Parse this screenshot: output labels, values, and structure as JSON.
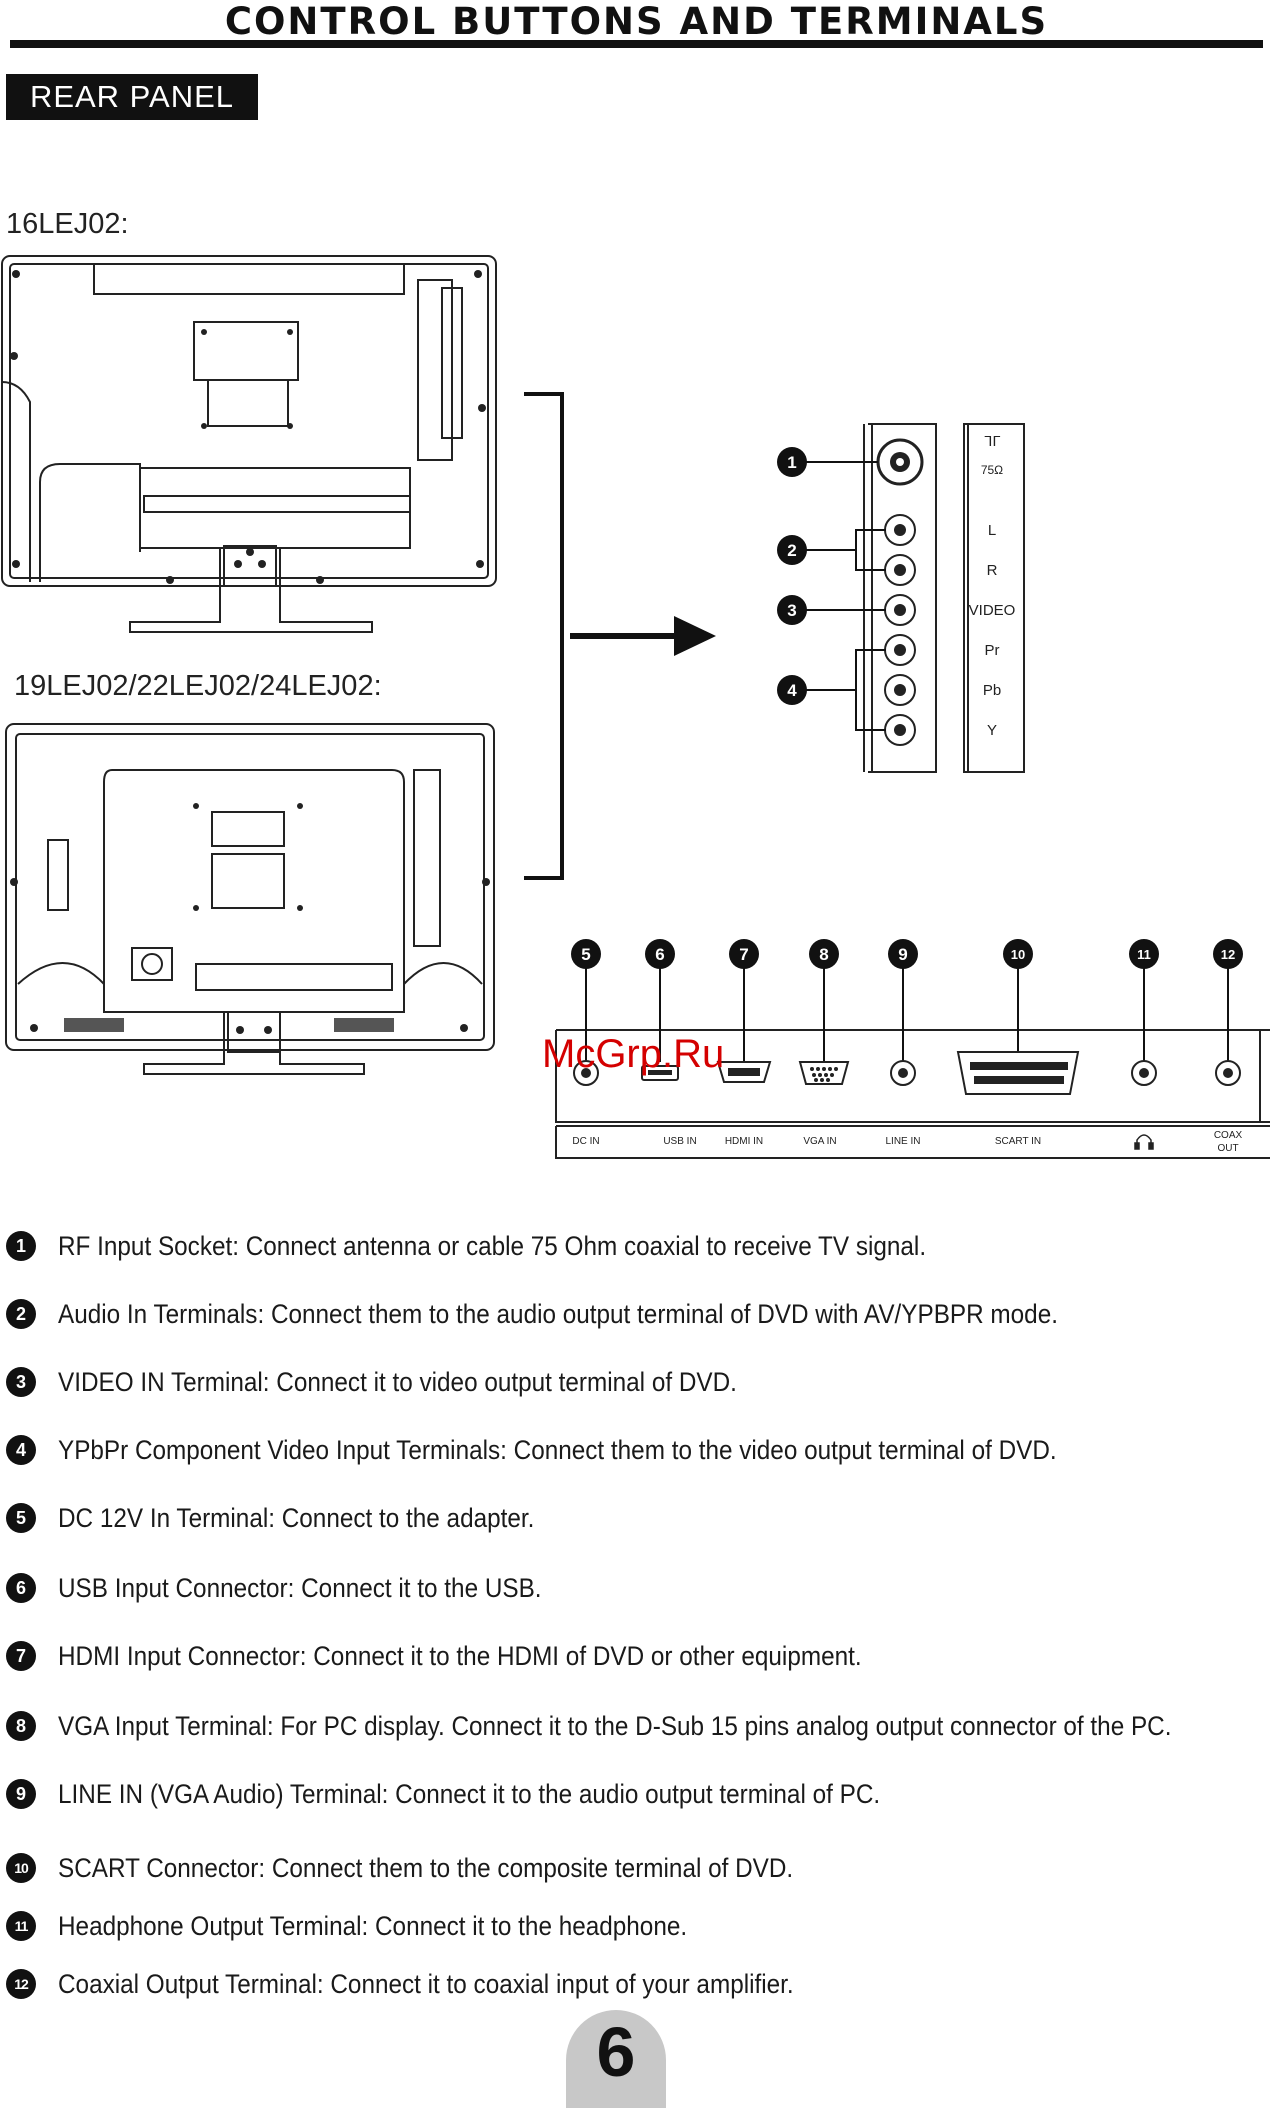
{
  "header": {
    "title": "CONTROL BUTTONS AND TERMINALS",
    "section": "REAR PANEL"
  },
  "models": {
    "first": "16LEJ02:",
    "second": "19LEJ02/22LEJ02/24LEJ02:"
  },
  "side_panel": {
    "labels": [
      "75Ω",
      "L",
      "R",
      "VIDEO",
      "Pr",
      "Pb",
      "Y"
    ],
    "callouts": [
      "1",
      "2",
      "3",
      "4"
    ]
  },
  "bottom_panel": {
    "callouts": [
      "5",
      "6",
      "7",
      "8",
      "9",
      "10",
      "11",
      "12"
    ],
    "port_labels": [
      "DC IN",
      "USB IN",
      "HDMI IN",
      "VGA IN",
      "LINE IN",
      "SCART IN",
      "COAX",
      "OUT"
    ]
  },
  "watermark": "McGrp.Ru",
  "descriptions": [
    {
      "num": "1",
      "text": "RF Input Socket: Connect antenna or cable 75 Ohm coaxial to receive TV signal."
    },
    {
      "num": "2",
      "text": "Audio In Terminals: Connect them to the audio output terminal of DVD with AV/YPBPR mode."
    },
    {
      "num": "3",
      "text": "VIDEO IN Terminal: Connect it to video output terminal of DVD."
    },
    {
      "num": "4",
      "text": "YPbPr Component Video Input Terminals: Connect  them to the video output terminal of DVD."
    },
    {
      "num": "5",
      "text": "DC 12V In Terminal: Connect to the adapter."
    },
    {
      "num": "6",
      "text": "USB Input Connector: Connect it to the USB."
    },
    {
      "num": "7",
      "text": "HDMI Input Connector: Connect it to the HDMI of DVD or other equipment."
    },
    {
      "num": "8",
      "text": "VGA Input Terminal: For PC display. Connect it to the D-Sub 15 pins analog output connector of the PC."
    },
    {
      "num": "9",
      "text": "LINE IN (VGA  Audio) Terminal: Connect it to the audio output terminal of PC."
    },
    {
      "num": "10",
      "text": "SCART Connector: Connect them to the composite terminal of DVD."
    },
    {
      "num": "11",
      "text": "Headphone Output Terminal: Connect it to the headphone."
    },
    {
      "num": "12",
      "text": "Coaxial Output Terminal: Connect it to coaxial input of your amplifier."
    }
  ],
  "page_number": "6"
}
